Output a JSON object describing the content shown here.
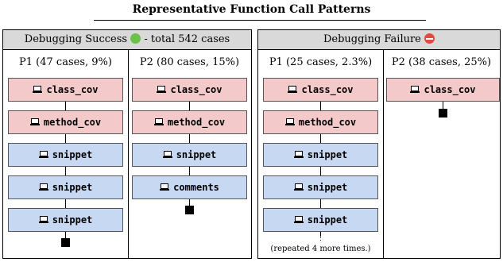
{
  "title": "Representative Function Call Patterns",
  "panels": {
    "success": {
      "header_left": "Debugging Success",
      "header_right": "- total 542 cases",
      "status_icon": "green-circle-icon",
      "columns": [
        {
          "label": "P1 (47 cases, 9%)",
          "calls": [
            "class_cov",
            "method_cov",
            "snippet",
            "snippet",
            "snippet"
          ]
        },
        {
          "label": "P2 (80 cases, 15%)",
          "calls": [
            "class_cov",
            "method_cov",
            "snippet",
            "comments"
          ]
        }
      ]
    },
    "failure": {
      "header_left": "Debugging Failure",
      "status_icon": "no-entry-icon",
      "columns": [
        {
          "label": "P1 (25 cases, 2.3%)",
          "calls": [
            "class_cov",
            "method_cov",
            "snippet",
            "snippet",
            "snippet"
          ],
          "continuation": "⋮",
          "repeat_note": "(repeated 4 more times.)"
        },
        {
          "label": "P2 (38 cases, 25%)",
          "calls": [
            "class_cov"
          ]
        }
      ]
    }
  },
  "colors": {
    "coverage_box": "#f3c9c9",
    "snippet_box": "#c7d8f3",
    "header_bg": "#d9d9d9"
  },
  "box_icon": "laptop-icon"
}
